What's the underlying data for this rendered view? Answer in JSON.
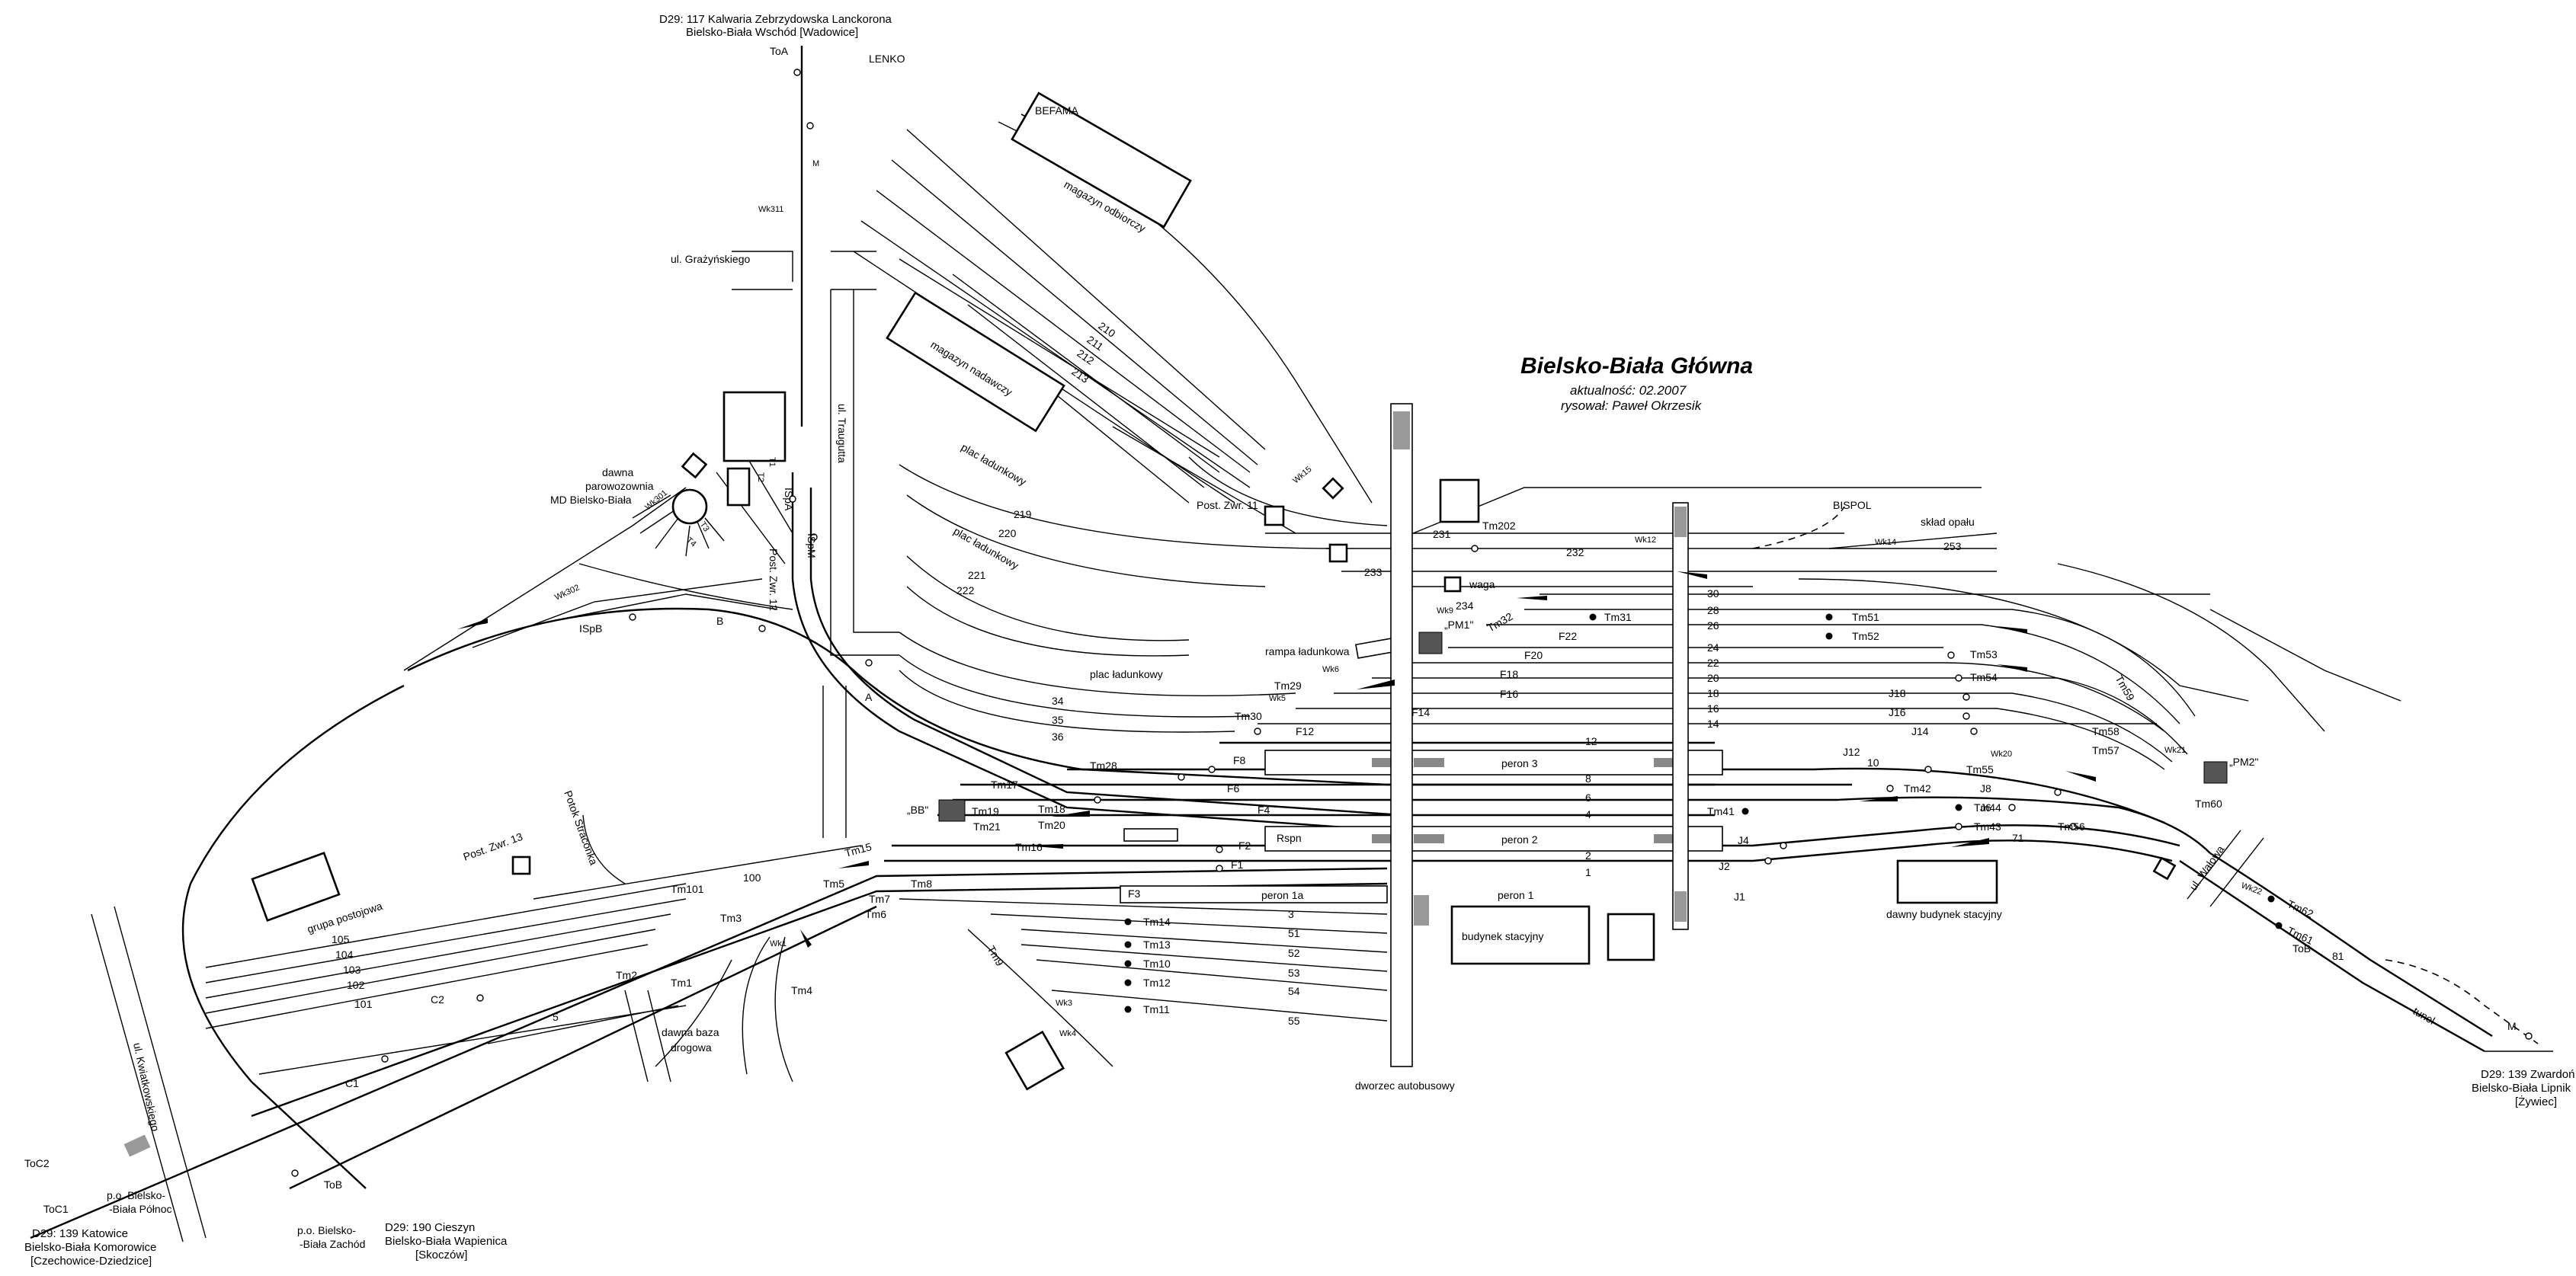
{
  "title": "Bielsko-Biała Główna",
  "subtitle_update": "aktualność: 02.2007",
  "subtitle_author": "rysował: Paweł Okrzesik",
  "directions": {
    "north_line1": "D29: 117 Kalwaria Zebrzydowska Lanckorona",
    "north_line2": "Bielsko-Biała Wschód [Wadowice]",
    "sw1_line1": "D29: 139 Katowice",
    "sw1_line2": "Bielsko-Biała Komorowice",
    "sw1_line3": "[Czechowice-Dziedzice]",
    "sw2_line1": "D29: 190 Cieszyn",
    "sw2_line2": "Bielsko-Biała Wapienica",
    "sw2_line3": "[Skoczów]",
    "se_line1": "D29: 139 Zwardoń",
    "se_line2": "Bielsko-Biała Lipnik",
    "se_line3": "[Żywiec]"
  },
  "places": {
    "lenko": "LENKO",
    "befama": "BEFAMA",
    "bispol": "BISPOL",
    "sklad_opalu": "skład opału",
    "grazynskiego": "ul. Grażyńskiego",
    "traugutta": "ul. Traugutta",
    "parowozownia1": "dawna",
    "parowozownia2": "parowozownia",
    "parowozownia3": "MD Bielsko-Biała",
    "magazyn_odbiorczy": "magazyn odbiorczy",
    "magazyn_nadawczy": "magazyn nadawczy",
    "plac1": "plac ładunkowy",
    "plac2": "plac ładunkowy",
    "plac3": "plac ładunkowy",
    "rampa": "rampa ładunkowa",
    "waga": "waga",
    "grupa": "grupa postojowa",
    "baza1": "dawna baza",
    "baza2": "drogowa",
    "stacyjny": "budynek stacyjny",
    "dawny_stacyjny": "dawny budynek stacyjny",
    "dworzec": "dworzec autobusowy",
    "kwiatkowskiego": "ul. Kwiatkowskiego",
    "strzelecka": "ul. Wałowa",
    "potok": "Potok Straconka",
    "tunel": "tunel",
    "po_polnoc1": "p.o. Bielsko-",
    "po_polnoc2": "-Biała Północ",
    "po_zachod1": "p.o. Bielsko-",
    "po_zachod2": "-Biała Zachód"
  },
  "platforms": {
    "p3": "peron 3",
    "p2": "peron 2",
    "p1": "peron 1",
    "p1a": "peron 1a"
  },
  "posts": {
    "zwr11": "Post. Zwr. 11",
    "zwr13": "Post. Zwr. 13",
    "zwr12": "Post. Zwr. 12",
    "pm1": "„PM1\"",
    "pm2": "„PM2\"",
    "bb": "„BB\"",
    "rspn": "Rspn"
  },
  "signals": {
    "toa": "ToA",
    "tob": "ToB",
    "toc1": "ToC1",
    "toc2": "ToC2",
    "m_n": "M",
    "m_se": "M",
    "a": "A",
    "b": "B",
    "tm202": "Tm202",
    "tm31": "Tm31",
    "tm32": "Tm32",
    "tm51": "Tm51",
    "tm52": "Tm52",
    "tm53": "Tm53",
    "tm54": "Tm54",
    "tm55": "Tm55",
    "tm56": "Tm56",
    "tm57": "Tm57",
    "tm58": "Tm58",
    "tm59": "Tm59",
    "tm60": "Tm60",
    "tm61": "Tm61",
    "tm62": "Tm62",
    "tm41": "Tm41",
    "tm42": "Tm42",
    "tm43": "Tm43",
    "tm44": "Tm44",
    "tm28": "Tm28",
    "tm29": "Tm29",
    "tm30": "Tm30",
    "tm17": "Tm17",
    "tm18": "Tm18",
    "tm19": "Tm19",
    "tm20": "Tm20",
    "tm21": "Tm21",
    "tm15": "Tm15",
    "tm16": "Tm16",
    "tm5": "Tm5",
    "tm6": "Tm6",
    "tm7": "Tm7",
    "tm8": "Tm8",
    "tm9": "Tm9",
    "tm10": "Tm10",
    "tm11": "Tm11",
    "tm12": "Tm12",
    "tm13": "Tm13",
    "tm14": "Tm14",
    "tm1": "Tm1",
    "tm2": "Tm2",
    "tm3": "Tm3",
    "tm4": "Tm4",
    "tm101": "Tm101",
    "f2": "F2",
    "f4": "F4",
    "f6": "F6",
    "f8": "F8",
    "f12": "F12",
    "f14": "F14",
    "f16": "F16",
    "f18": "F18",
    "f20": "F20",
    "f22": "F22",
    "f1": "F1",
    "f3": "F3",
    "j1": "J1",
    "j2": "J2",
    "j4": "J4",
    "j6": "J6",
    "j8": "J8",
    "j12": "J12",
    "j14": "J14",
    "j16": "J16",
    "j18": "J18",
    "c1": "C1",
    "c2": "C2",
    "isp_a": "ISpA",
    "isp_b": "ISpB",
    "isp_m": "ISpM",
    "wk311": "Wk311",
    "wk301": "Wk301",
    "wk302": "Wk302",
    "wk9": "Wk9",
    "wk12": "Wk12",
    "wk14": "Wk14",
    "wk15": "Wk15",
    "wk20": "Wk20",
    "wk21": "Wk21",
    "wk5": "Wk5",
    "wk6": "Wk6",
    "wk3": "Wk3",
    "wk4": "Wk4",
    "wk1": "Wk1",
    "wk22": "Wk22",
    "t1": "T1",
    "t2": "T2",
    "t3": "T3",
    "t4": "T4"
  },
  "track_numbers": {
    "t30": "30",
    "t28": "28",
    "t26": "26",
    "t24": "24",
    "t22": "22",
    "t20": "20",
    "t18": "18",
    "t16": "16",
    "t14": "14",
    "t12": "12",
    "t10": "10",
    "t8": "8",
    "t6": "6",
    "t4": "4",
    "t2": "2",
    "t1": "1",
    "t3": "3",
    "t51": "51",
    "t52": "52",
    "t53": "53",
    "t54": "54",
    "t55": "55",
    "t71": "71",
    "t81": "81",
    "t231": "231",
    "t232": "232",
    "t233": "233",
    "t234": "234",
    "t253": "253",
    "t34": "34",
    "t35": "35",
    "t36": "36",
    "t219": "219",
    "t220": "220",
    "t221": "221",
    "t222": "222",
    "t100": "100",
    "t101": "101",
    "t102": "102",
    "t103": "103",
    "t104": "104",
    "t105": "105",
    "t5": "5",
    "t210": "210",
    "t211": "211",
    "t212": "212",
    "t213": "213"
  }
}
